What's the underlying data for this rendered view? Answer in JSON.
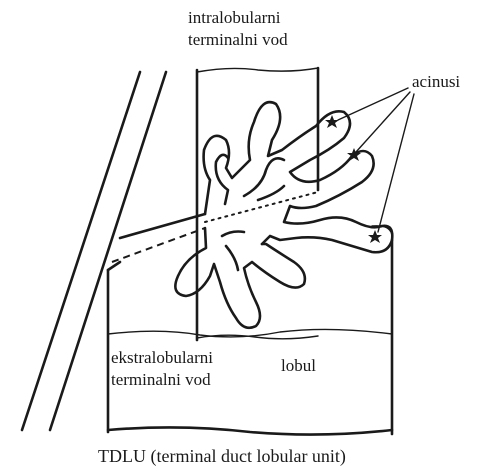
{
  "labels": {
    "intralobular_line1": "intralobularni",
    "intralobular_line2": "terminalni vod",
    "acini": "acinusi",
    "extralobular_line1": "ekstralobularni",
    "extralobular_line2": "terminalni vod",
    "lobule": "lobul",
    "caption": "TDLU (terminal duct lobular unit)"
  },
  "colors": {
    "ink": "#1a1a1a",
    "background": "#ffffff"
  },
  "markers": {
    "acinus_star_count": 3,
    "acinus_star_icon": "star-icon"
  }
}
